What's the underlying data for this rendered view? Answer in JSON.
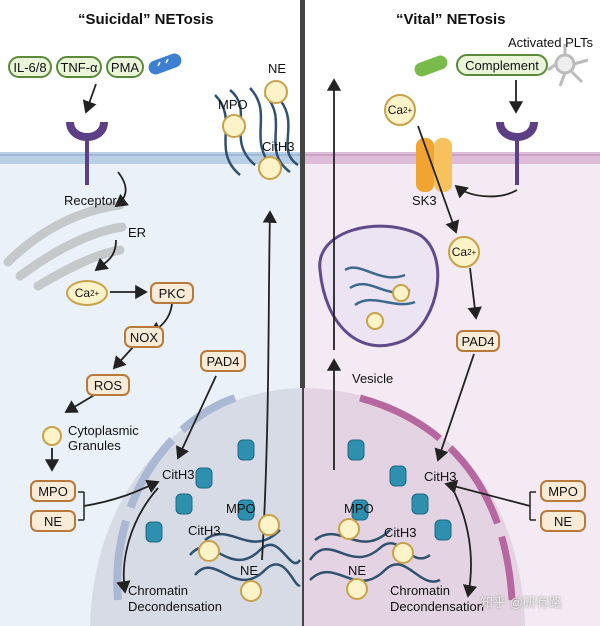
{
  "left": {
    "title": "“Suicidal” NETosis",
    "stimuli": [
      "IL-6/8",
      "TNF-α",
      "PMA"
    ],
    "receptor": "Receptor",
    "er": "ER",
    "ca": "Ca",
    "ca_sup": "2+",
    "pkc": "PKC",
    "nox": "NOX",
    "ros": "ROS",
    "granules": [
      "Cytoplasmic",
      "Granules"
    ],
    "mpo": "MPO",
    "ne": "NE",
    "pad4": "PAD4",
    "cith3": "CitH3",
    "net_ne": "NE",
    "net_mpo": "MPO",
    "net_cith3": "CitH3",
    "nuc_mpo": "MPO",
    "nuc_cith3": "CitH3",
    "nuc_ne": "NE",
    "chromatin": [
      "Chromatin",
      "Decondensation"
    ]
  },
  "right": {
    "title": "“Vital” NETosis",
    "activated": "Activated PLTs",
    "complement": "Complement",
    "ca": "Ca",
    "ca_sup": "2+",
    "sk3": "SK3",
    "ca2": "Ca",
    "ca2_sup": "2+",
    "pad4": "PAD4",
    "vesicle": "Vesicle",
    "cith3": "CitH3",
    "mpo": "MPO",
    "ne": "NE",
    "nuc_mpo": "MPO",
    "nuc_cith3": "CitH3",
    "nuc_ne": "NE",
    "chromatin": [
      "Chromatin",
      "Decondensation"
    ]
  },
  "watermark": "知乎 @研有路"
}
